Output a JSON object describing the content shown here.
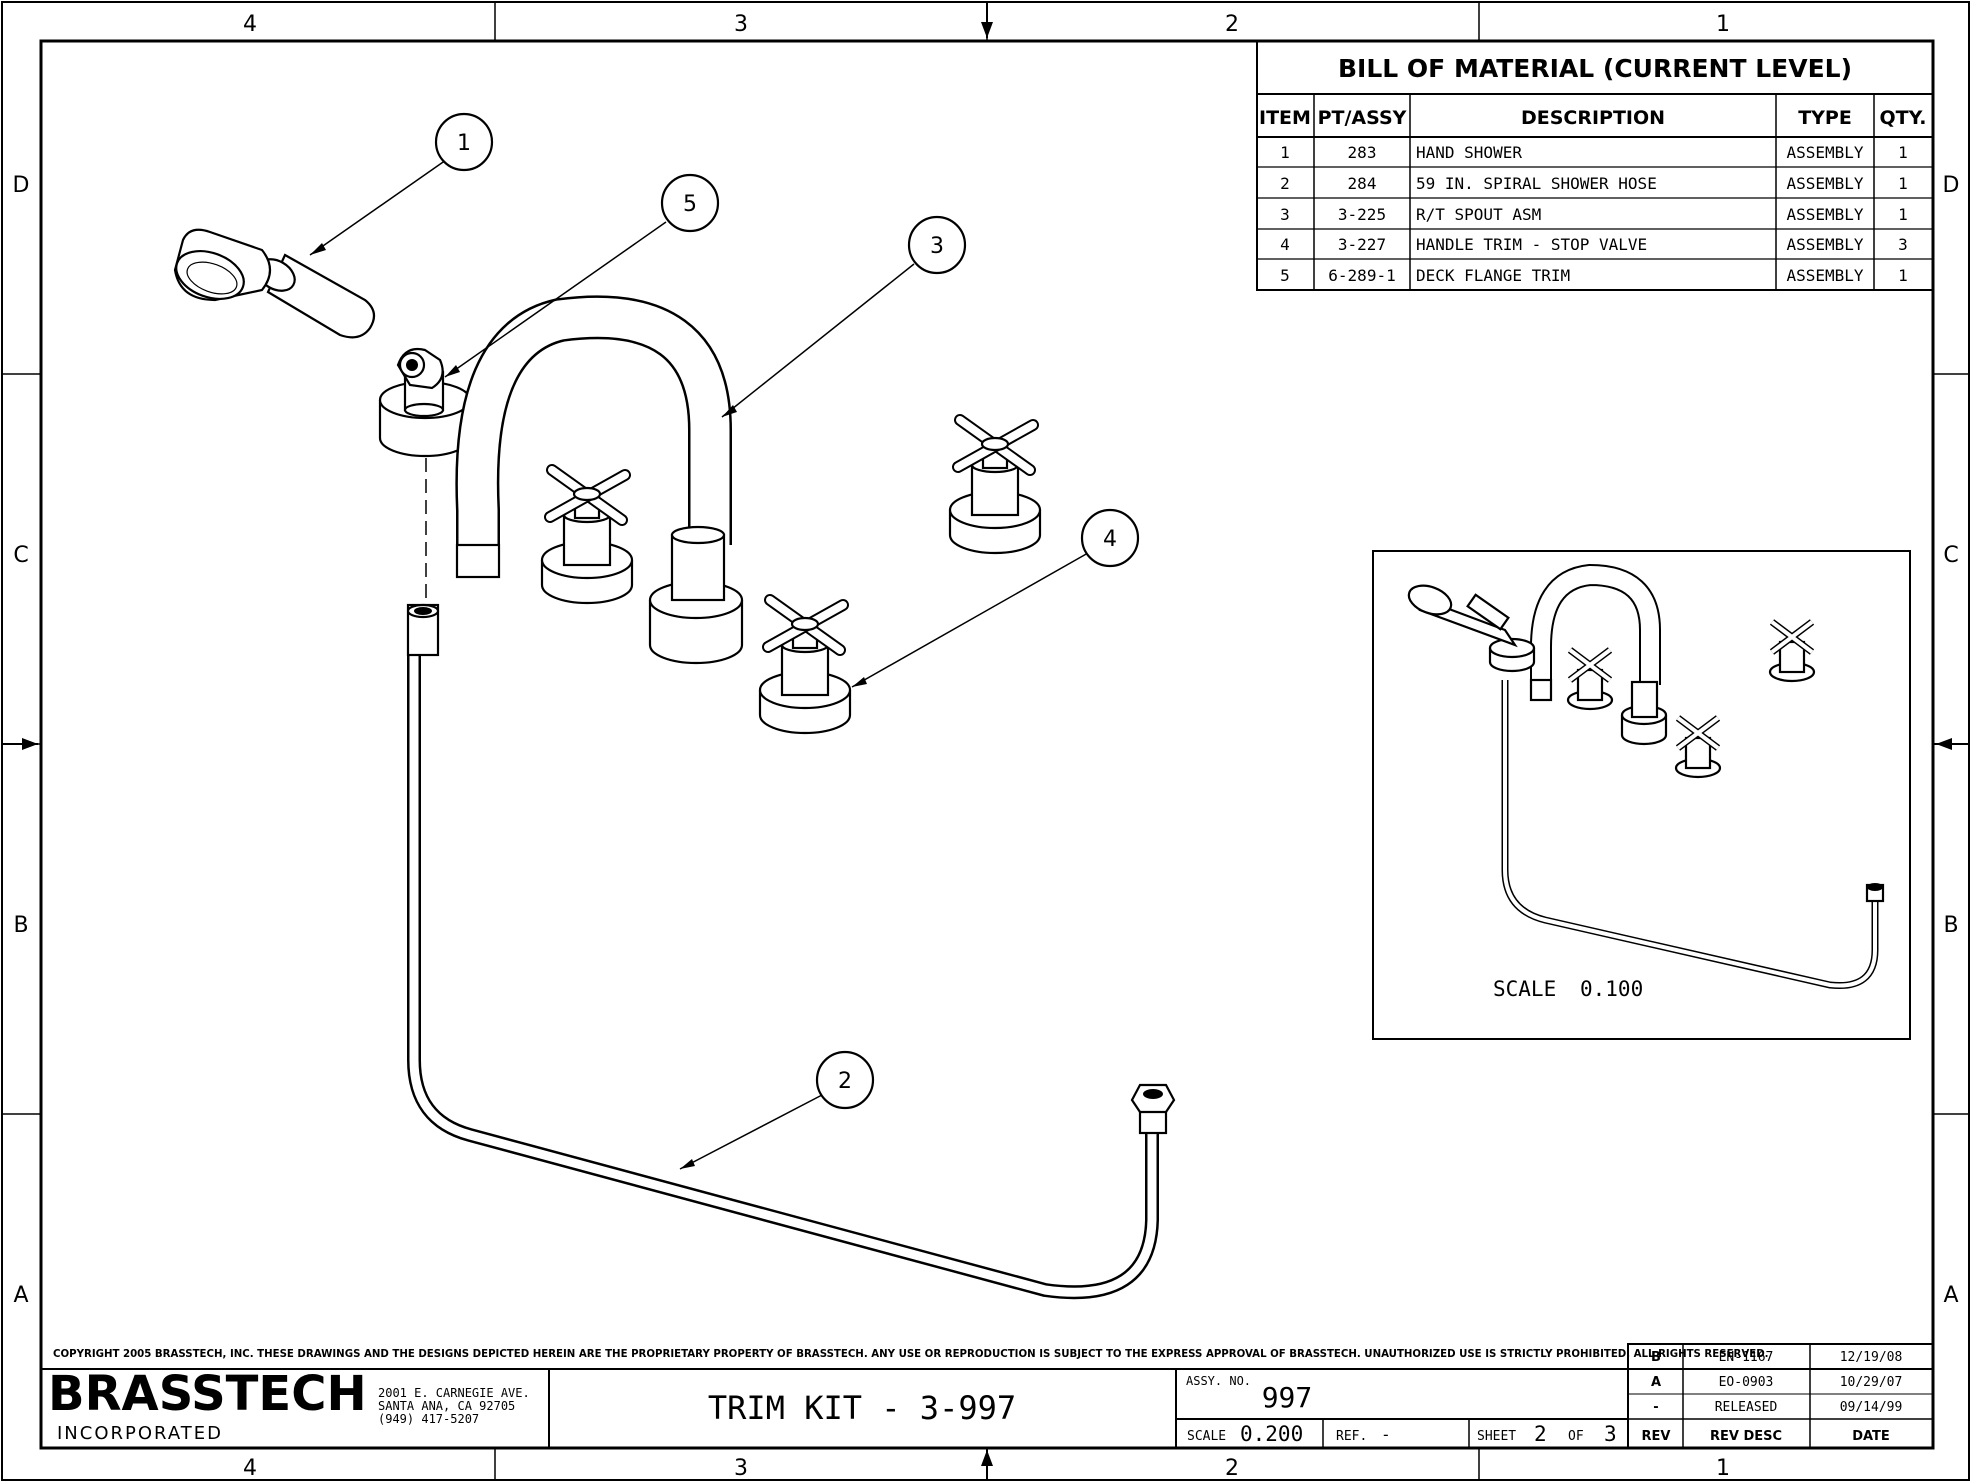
{
  "zones": {
    "columns": [
      "4",
      "3",
      "2",
      "1"
    ],
    "rows": [
      "D",
      "C",
      "B",
      "A"
    ]
  },
  "bom": {
    "title": "BILL OF MATERIAL (CURRENT LEVEL)",
    "headers": [
      "ITEM",
      "PT/ASSY",
      "DESCRIPTION",
      "TYPE",
      "QTY."
    ],
    "rows": [
      {
        "item": "1",
        "pt": "283",
        "desc": "HAND SHOWER",
        "type": "ASSEMBLY",
        "qty": "1"
      },
      {
        "item": "2",
        "pt": "284",
        "desc": "59 IN. SPIRAL SHOWER HOSE",
        "type": "ASSEMBLY",
        "qty": "1"
      },
      {
        "item": "3",
        "pt": "3-225",
        "desc": "R/T SPOUT ASM",
        "type": "ASSEMBLY",
        "qty": "1"
      },
      {
        "item": "4",
        "pt": "3-227",
        "desc": "HANDLE TRIM - STOP VALVE",
        "type": "ASSEMBLY",
        "qty": "3"
      },
      {
        "item": "5",
        "pt": "6-289-1",
        "desc": "DECK FLANGE TRIM",
        "type": "ASSEMBLY",
        "qty": "1"
      }
    ]
  },
  "balloons": [
    "1",
    "5",
    "3",
    "4",
    "2"
  ],
  "detail_view": {
    "scale_label": "SCALE",
    "scale_value": "0.100"
  },
  "title_block": {
    "copyright": "COPYRIGHT 2005 BRASSTECH, INC. THESE DRAWINGS AND THE DESIGNS DEPICTED HEREIN ARE THE PROPRIETARY PROPERTY OF BRASSTECH. ANY USE OR REPRODUCTION IS SUBJECT TO THE EXPRESS APPROVAL OF BRASSTECH. UNAUTHORIZED USE IS STRICTLY PROHIBITED. ALL RIGHTS RESERVED.",
    "company": "BRASSTECH",
    "company_sub": "INCORPORATED",
    "address_line1": "2001 E. CARNEGIE AVE.",
    "address_line2": "SANTA ANA, CA 92705",
    "address_line3": "(949) 417-5207",
    "drawing_title": "TRIM KIT - 3-997",
    "assy_label": "ASSY. NO.",
    "assy_no": "997",
    "scale_label": "SCALE",
    "scale_value": "0.200",
    "ref_label": "REF.",
    "ref_value": "-",
    "sheet_label": "SHEET",
    "sheet_no": "2",
    "of_label": "OF",
    "sheet_total": "3"
  },
  "revisions": {
    "rows": [
      {
        "rev": "B",
        "desc": "EN-1167",
        "date": "12/19/08"
      },
      {
        "rev": "A",
        "desc": "EO-0903",
        "date": "10/29/07"
      },
      {
        "rev": "-",
        "desc": "RELEASED",
        "date": "09/14/99"
      }
    ],
    "headers": [
      "REV",
      "REV DESC",
      "DATE"
    ]
  }
}
